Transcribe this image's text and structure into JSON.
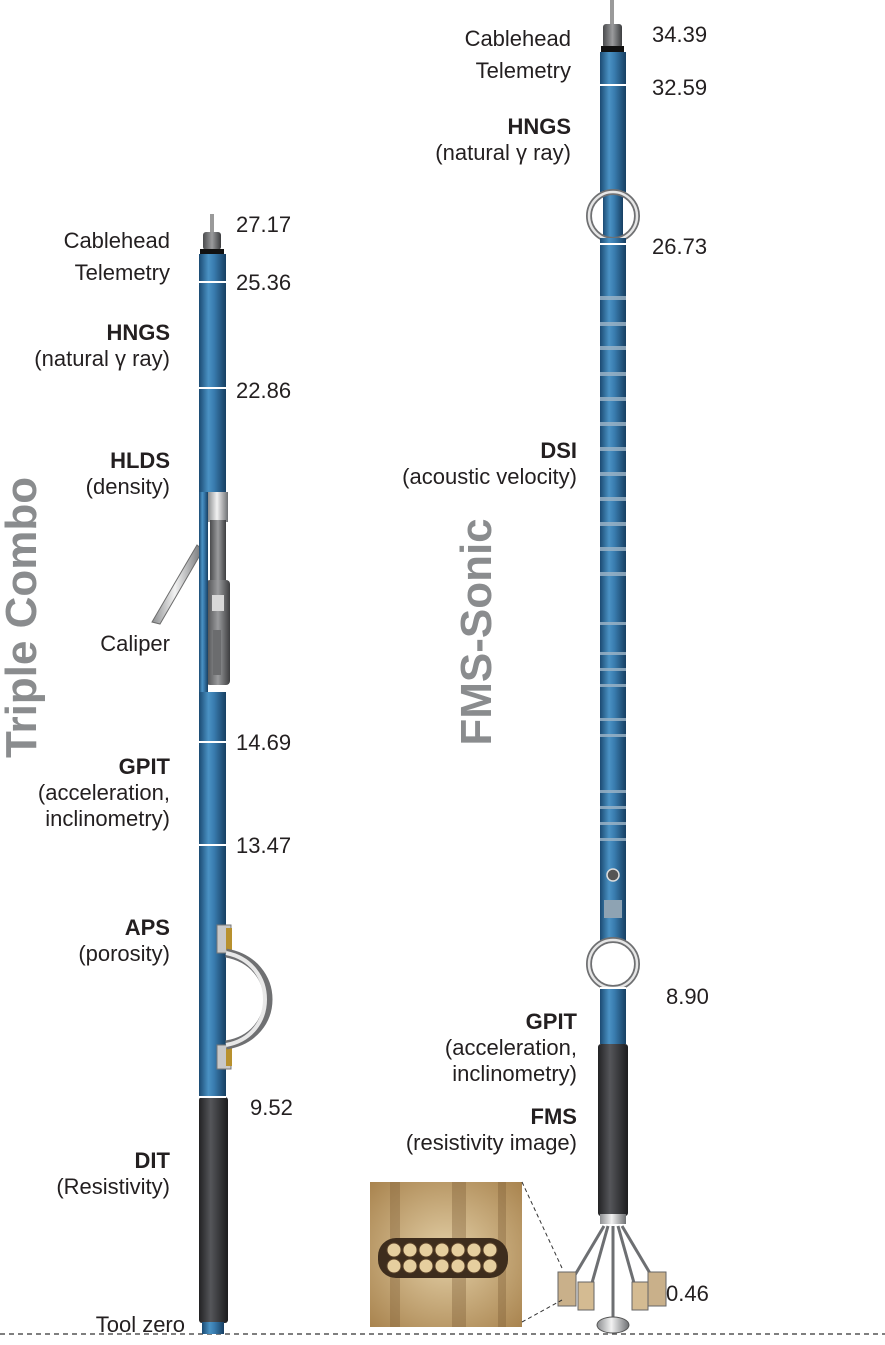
{
  "triple_combo": {
    "title": "Triple Combo",
    "components": [
      {
        "key": "cablehead",
        "name": "",
        "lines": [
          "Cablehead"
        ]
      },
      {
        "key": "telemetry",
        "name": "",
        "lines": [
          "Telemetry"
        ]
      },
      {
        "key": "hngs",
        "name": "HNGS",
        "lines": [
          "(natural γ ray)"
        ]
      },
      {
        "key": "hlds",
        "name": "HLDS",
        "lines": [
          "(density)"
        ]
      },
      {
        "key": "caliper",
        "name": "",
        "lines": [
          "Caliper"
        ]
      },
      {
        "key": "gpit",
        "name": "GPIT",
        "lines": [
          "(acceleration,",
          "inclinometry)"
        ]
      },
      {
        "key": "aps",
        "name": "APS",
        "lines": [
          "(porosity)"
        ]
      },
      {
        "key": "dit",
        "name": "DIT",
        "lines": [
          "(Resistivity)"
        ]
      }
    ],
    "depths": [
      "27.17",
      "25.36",
      "22.86",
      "14.69",
      "13.47",
      "9.52"
    ],
    "tool_zero": "Tool zero"
  },
  "fms_sonic": {
    "title": "FMS-Sonic",
    "components": [
      {
        "key": "cablehead",
        "name": "",
        "lines": [
          "Cablehead"
        ]
      },
      {
        "key": "telemetry",
        "name": "",
        "lines": [
          "Telemetry"
        ]
      },
      {
        "key": "hngs",
        "name": "HNGS",
        "lines": [
          "(natural γ ray)"
        ]
      },
      {
        "key": "dsi",
        "name": "DSI",
        "lines": [
          "(acoustic velocity)"
        ]
      },
      {
        "key": "gpit",
        "name": "GPIT",
        "lines": [
          "(acceleration,",
          "inclinometry)"
        ]
      },
      {
        "key": "fms",
        "name": "FMS",
        "lines": [
          "(resistivity image)"
        ]
      }
    ],
    "depths": [
      "34.39",
      "32.59",
      "26.73",
      "8.90",
      "0.46"
    ]
  },
  "colors": {
    "tool_blue": "#3b7fb2",
    "tool_blue_dark": "#1e4f78",
    "tool_black": "#3c3c3e",
    "title_gray": "#8a8c8e",
    "inset_bg": "#c8a878"
  }
}
